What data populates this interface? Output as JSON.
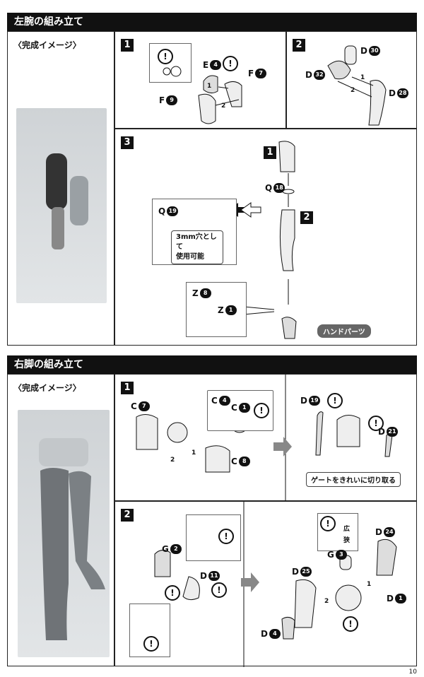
{
  "arm": {
    "heading": "左腕の組み立て",
    "image_label": "〈完成イメージ〉",
    "step1": {
      "num": "1",
      "e": "E",
      "e_n": "4",
      "f1": "F",
      "f1_n": "7",
      "f2": "F",
      "f2_n": "9",
      "c1": "1",
      "c2": "2"
    },
    "step2": {
      "num": "2",
      "d1": "D",
      "d1_n": "30",
      "d2": "D",
      "d2_n": "32",
      "d3": "D",
      "d3_n": "28",
      "c1": "1",
      "c2": "2"
    },
    "step3": {
      "num": "3",
      "ref1": "1",
      "ref2": "2",
      "q1": "Q",
      "q1_n": "18",
      "q2": "Q",
      "q2_n": "19",
      "z1": "Z",
      "z1_n": "8",
      "z2": "Z",
      "z2_n": "1",
      "note_line1": "3mm穴として",
      "note_line2": "使用可能",
      "hand_parts": "ハンドパーツ"
    }
  },
  "leg": {
    "heading": "右脚の組み立て",
    "image_label": "〈完成イメージ〉",
    "step1": {
      "num": "1",
      "c7": "C",
      "c7_n": "7",
      "c4": "C",
      "c4_n": "4",
      "c1": "C",
      "c1_n": "1",
      "c8": "C",
      "c8_n": "8",
      "d19": "D",
      "d19_n": "19",
      "d21": "D",
      "d21_n": "21",
      "gate_note": "ゲートをきれいに切り取る",
      "s1": "1",
      "s2": "2"
    },
    "step2": {
      "num": "2",
      "g2": "G",
      "g2_n": "2",
      "d11": "D",
      "d11_n": "11",
      "g3": "G",
      "g3_n": "3",
      "d24": "D",
      "d24_n": "24",
      "d25": "D",
      "d25_n": "25",
      "d1": "D",
      "d1_n": "1",
      "d4": "D",
      "d4_n": "4",
      "wide": "広",
      "narrow": "狭",
      "s1": "1",
      "s2": "2"
    }
  },
  "warn_mark": "!",
  "page_number": "10"
}
